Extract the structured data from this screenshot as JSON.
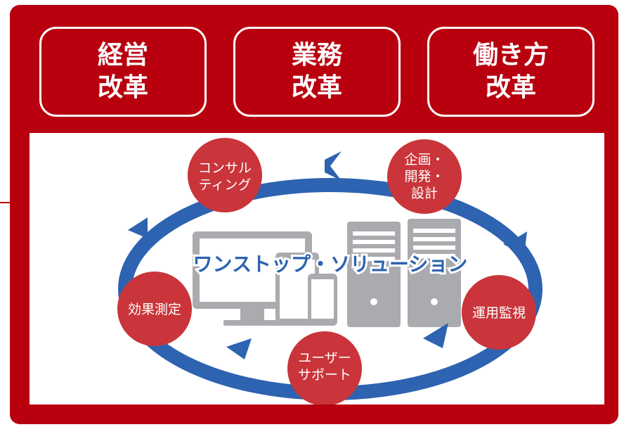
{
  "reform_boxes": [
    {
      "line1": "経営",
      "line2": "改革"
    },
    {
      "line1": "業務",
      "line2": "改革"
    },
    {
      "line1": "働き方",
      "line2": "改革"
    }
  ],
  "diagram": {
    "center_label": "ワンストップ・ソリューション",
    "nodes": [
      {
        "lines": [
          "コンサル",
          "ティング"
        ]
      },
      {
        "lines": [
          "企画・",
          "開発・",
          "設計"
        ]
      },
      {
        "lines": [
          "運用監視"
        ]
      },
      {
        "lines": [
          "ユーザー",
          "サポート"
        ]
      },
      {
        "lines": [
          "効果測定"
        ]
      }
    ]
  },
  "colors": {
    "brand_red": "#b8000f",
    "node_red": "#c9353a",
    "cycle_blue": "#2d63b0",
    "device_gray": "#a9abae"
  }
}
